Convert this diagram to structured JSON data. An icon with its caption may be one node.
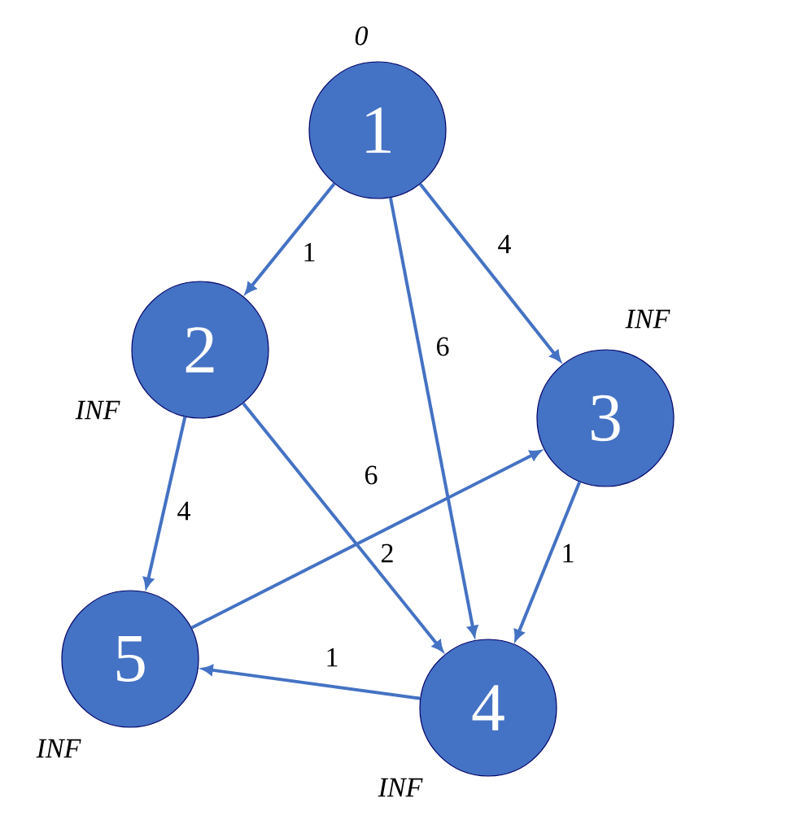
{
  "diagram": {
    "nodes": [
      {
        "text": [
          "1"
        ],
        "beside": [
          "0"
        ]
      },
      {
        "text": [
          "2"
        ],
        "beside": [
          "INF"
        ]
      },
      {
        "text": [
          "3"
        ],
        "beside": [
          "INF"
        ]
      },
      {
        "text": [
          "4"
        ],
        "beside": [
          "INF"
        ]
      },
      {
        "text": [
          "5"
        ],
        "beside": [
          "INF"
        ]
      }
    ],
    "edges": [
      {
        "from": 0,
        "to": 1,
        "arrow": "to",
        "label": "1"
      },
      {
        "from": 0,
        "to": 3,
        "arrow": "to",
        "label": "6"
      },
      {
        "from": 0,
        "to": 2,
        "arrow": "to",
        "label": "4"
      },
      {
        "from": 1,
        "to": 4,
        "arrow": "to",
        "label": "4"
      },
      {
        "from": 1,
        "to": 3,
        "arrow": "to",
        "label": "2"
      },
      {
        "from": 4,
        "to": 2,
        "arrow": "to",
        "label": "6"
      },
      {
        "from": 2,
        "to": 3,
        "arrow": "to",
        "label": "1"
      },
      {
        "from": 3,
        "to": 4,
        "arrow": "to",
        "label": "1"
      }
    ]
  }
}
